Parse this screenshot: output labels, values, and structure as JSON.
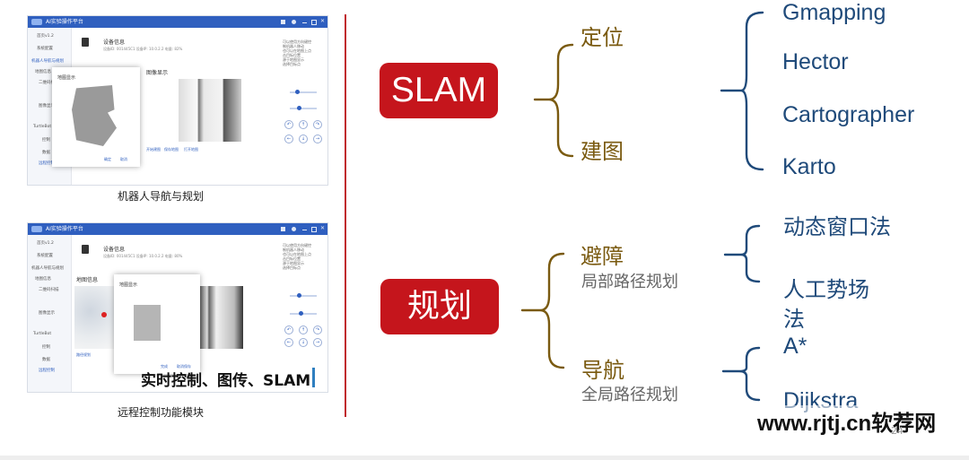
{
  "screens": [
    {
      "app_title": "AI实验操作平台",
      "sidebar": [
        "首页v1.2",
        "系统配置",
        "机器人导航与规划",
        "地图信息",
        "二维码扫描",
        "图像显示",
        "TurtleBot",
        "控制",
        "数据",
        "远程控制"
      ],
      "device_title": "设备信息",
      "device_sub": "设备ID: 001445C1  设备IP: 10.0.2.2  电量: 82%",
      "right_panel": "可以使用方向键控\n制机器人移动\n也可以在地图上点\n击目标位置\n源于地图显示\n选择目标点",
      "dialog_title": "地图显示",
      "section_title": "图像显示",
      "links": [
        "开始建图",
        "保存地图",
        "打开地图"
      ],
      "dialog_buttons": [
        "确定",
        "取消"
      ],
      "caption": "机器人导航与规划"
    },
    {
      "app_title": "AI实验操作平台",
      "sidebar": [
        "首页v1.2",
        "系统配置",
        "机器人导航与规划",
        "地图信息",
        "二维码扫描",
        "图像显示",
        "TurtleBot",
        "控制",
        "数据",
        "远程控制"
      ],
      "device_title": "设备信息",
      "device_sub": "设备ID: 001445C1  设备IP: 10.0.2.2  电量: 80%",
      "right_panel": "可以使用方向键控\n制机器人移动\n也可以在地图上点\n击目标位置\n源于地图显示\n选择目标点",
      "dialog_title": "地图显示",
      "section_title": "地图信息",
      "links": [
        "路径规划"
      ],
      "dialog_buttons": [
        "完成",
        "取消保存"
      ],
      "overlay_text": "实时控制、图传、SLAM",
      "caption": "远程控制功能模块"
    }
  ],
  "diagram": {
    "colors": {
      "red": "#c5151c",
      "brace_gold": "#7a5a10",
      "leaf_blue": "#1f4a7a",
      "divider": "#c0262d"
    },
    "slam": {
      "label": "SLAM",
      "branches": [
        {
          "label": "定位"
        },
        {
          "label": "建图"
        }
      ],
      "algorithms": [
        "Gmapping",
        "Hector",
        "Cartographer",
        "Karto"
      ]
    },
    "planning": {
      "label": "规划",
      "branches": [
        {
          "label": "避障",
          "sub": "局部路径规划",
          "methods": [
            "动态窗口法",
            "人工势场",
            "法"
          ]
        },
        {
          "label": "导航",
          "sub": "全局路径规划",
          "methods": [
            "A*",
            "Dijkstra"
          ]
        }
      ]
    }
  },
  "watermark": "www.rjtj.cn软荐网",
  "page_number": "24"
}
